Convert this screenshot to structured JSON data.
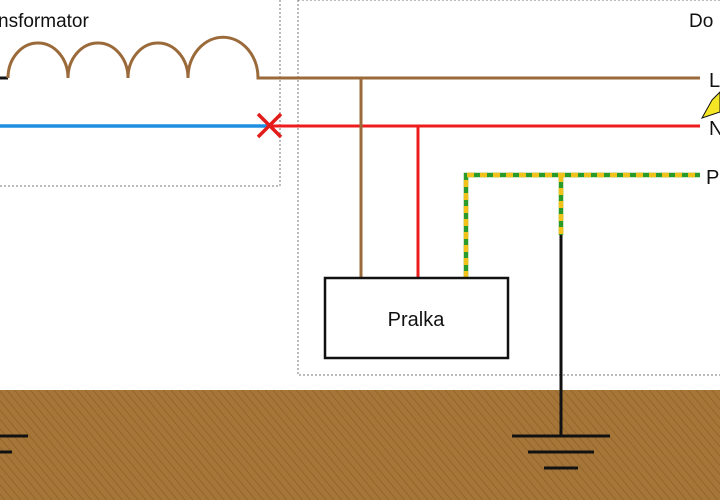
{
  "labels": {
    "transformer": "nsformator",
    "house": "Do",
    "line_l": "L",
    "line_n": "N",
    "line_pe": "P",
    "appliance": "Pralka"
  },
  "colors": {
    "live": "#9b6a3a",
    "neutral_supply": "#1e8fe0",
    "neutral_fault": "#ee1c1c",
    "pe_green": "#2a9a2a",
    "pe_yellow": "#f2c21b",
    "earth_conductor": "#111111",
    "ground": "#a57638",
    "lightning": "#f5e625",
    "box_border": "#777777",
    "break_mark": "#e21b1b"
  }
}
